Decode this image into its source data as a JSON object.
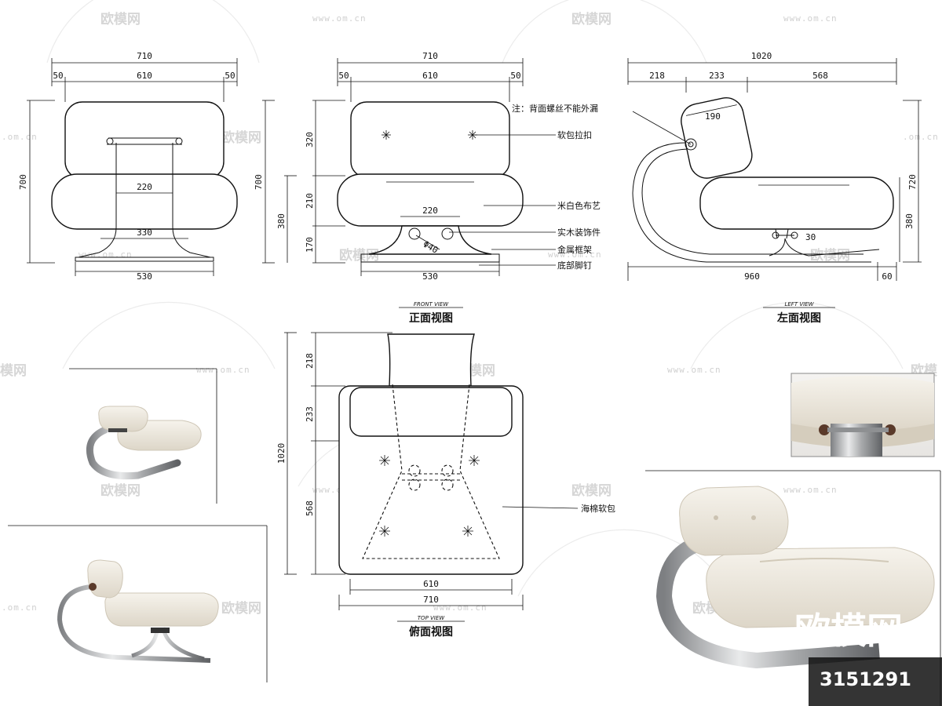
{
  "watermark": {
    "brand": "欧模网",
    "url": "www.om.cn",
    "url_short": ".om.cn",
    "brand_partial": "欧模",
    "brand_partial_left": "模网",
    "corner_brand": "欧模网",
    "corner_number": "3151291"
  },
  "front_view_left": {
    "dims": {
      "total_width": "710",
      "left": "50",
      "center": "610",
      "right": "50",
      "height": "700",
      "inner_width": "220",
      "base_inner": "330",
      "base_width": "530"
    }
  },
  "front_view_right": {
    "title": "正面视图",
    "subtitle": "FRONT VIEW",
    "dims": {
      "total_width": "710",
      "left": "50",
      "center": "610",
      "right": "50",
      "back_height": "320",
      "seat_height": "210",
      "base_height": "170",
      "combined_height": "380",
      "height": "700",
      "span": "220",
      "diameter": "Φ40",
      "base_width": "530"
    },
    "callouts": [
      "注：背面螺丝不能外漏",
      "软包拉扣",
      "米白色布艺",
      "实木装饰件",
      "金属框架",
      "底部脚钉"
    ]
  },
  "left_view": {
    "title": "左面视图",
    "subtitle": "LEFT VIEW",
    "dims": {
      "total_depth": "1020",
      "seg1": "218",
      "seg2": "233",
      "seg3": "568",
      "headrest": "190",
      "height": "720",
      "seat_height": "380",
      "foot": "30",
      "base_depth": "960",
      "rear": "60"
    }
  },
  "top_view": {
    "title": "俯面视图",
    "subtitle": "TOP VIEW",
    "dims": {
      "total_depth": "1020",
      "seg1": "218",
      "seg2": "233",
      "seg3": "568",
      "inner_width": "610",
      "total_width": "710"
    },
    "callout": "海棉软包"
  },
  "colors": {
    "line": "#111111",
    "watermark": "#d6d6d6",
    "fabric": "#ece7dc",
    "steel": "#a9abad",
    "wood": "#5a3a2a"
  }
}
